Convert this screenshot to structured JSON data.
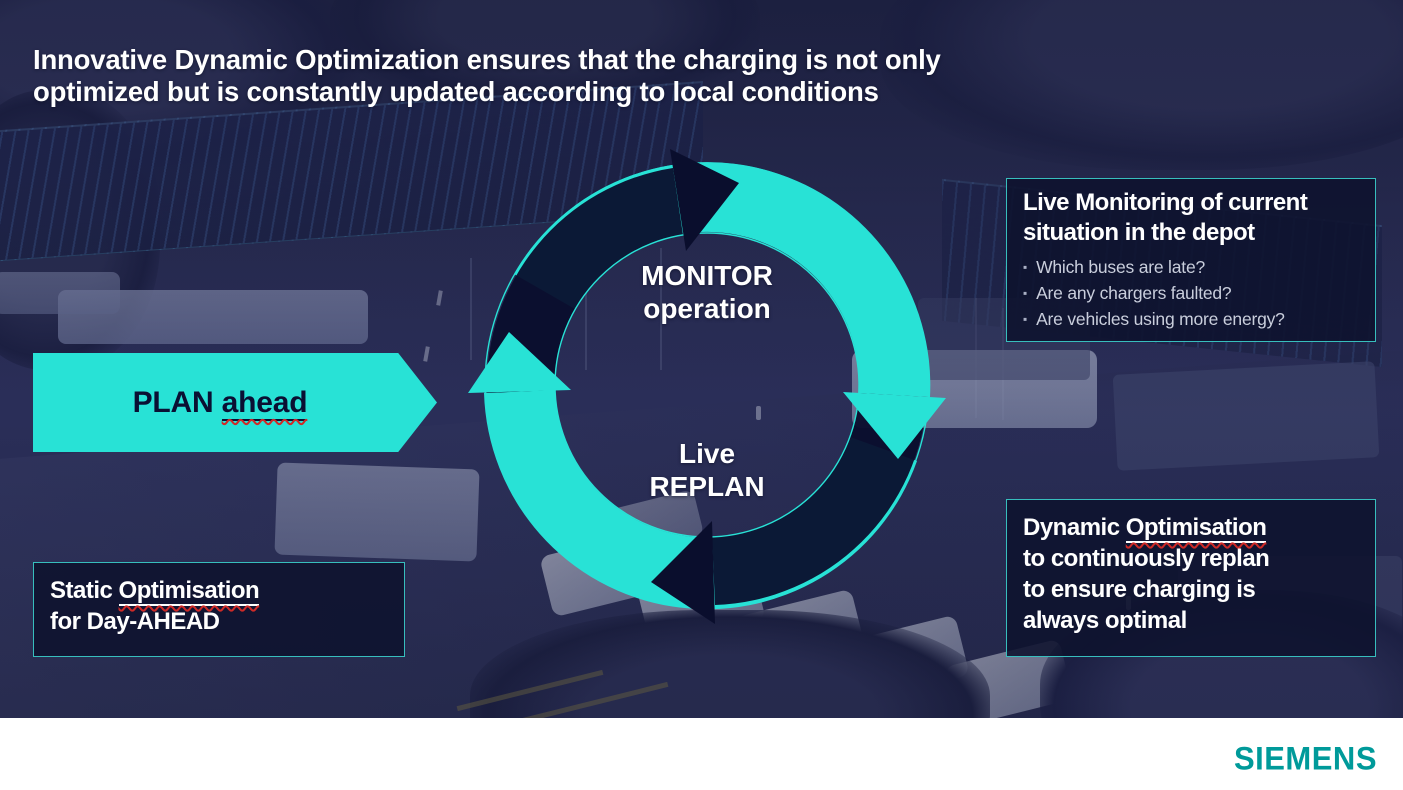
{
  "title": {
    "line1": "Innovative Dynamic Optimization ensures that the charging is not only",
    "line2": "optimized but is constantly updated according to local conditions"
  },
  "plan_banner": {
    "plan": "PLAN ",
    "ahead": "ahead"
  },
  "cycle": {
    "monitor_line1": "MONITOR",
    "monitor_line2": "operation",
    "replan_line1": "Live",
    "replan_line2": "REPLAN"
  },
  "live_monitoring_box": {
    "heading_line1": "Live Monitoring of current",
    "heading_line2": "situation in the depot",
    "bullet_char": "▪",
    "bullets": [
      "Which buses are late?",
      "Are any chargers faulted?",
      "Are vehicles using more energy?"
    ]
  },
  "dynamic_box": {
    "line1_prefix": "Dynamic ",
    "line1_underlined": "Optimisation",
    "line2": "to continuously replan",
    "line3": "to ensure charging is",
    "line4": "always optimal"
  },
  "static_box": {
    "line1_prefix": "Static ",
    "line1_underlined": "Optimisation",
    "line2": "for Day-AHEAD"
  },
  "footer": {
    "logo_text": "SIEMENS"
  },
  "colors": {
    "accent_teal": "#28E2D6",
    "dark_navy_arrow": "#0A0E2D",
    "box_border_teal": "#3EDCD6",
    "siemens_teal": "#009A9A",
    "spellcheck_red": "#CF2A27"
  }
}
